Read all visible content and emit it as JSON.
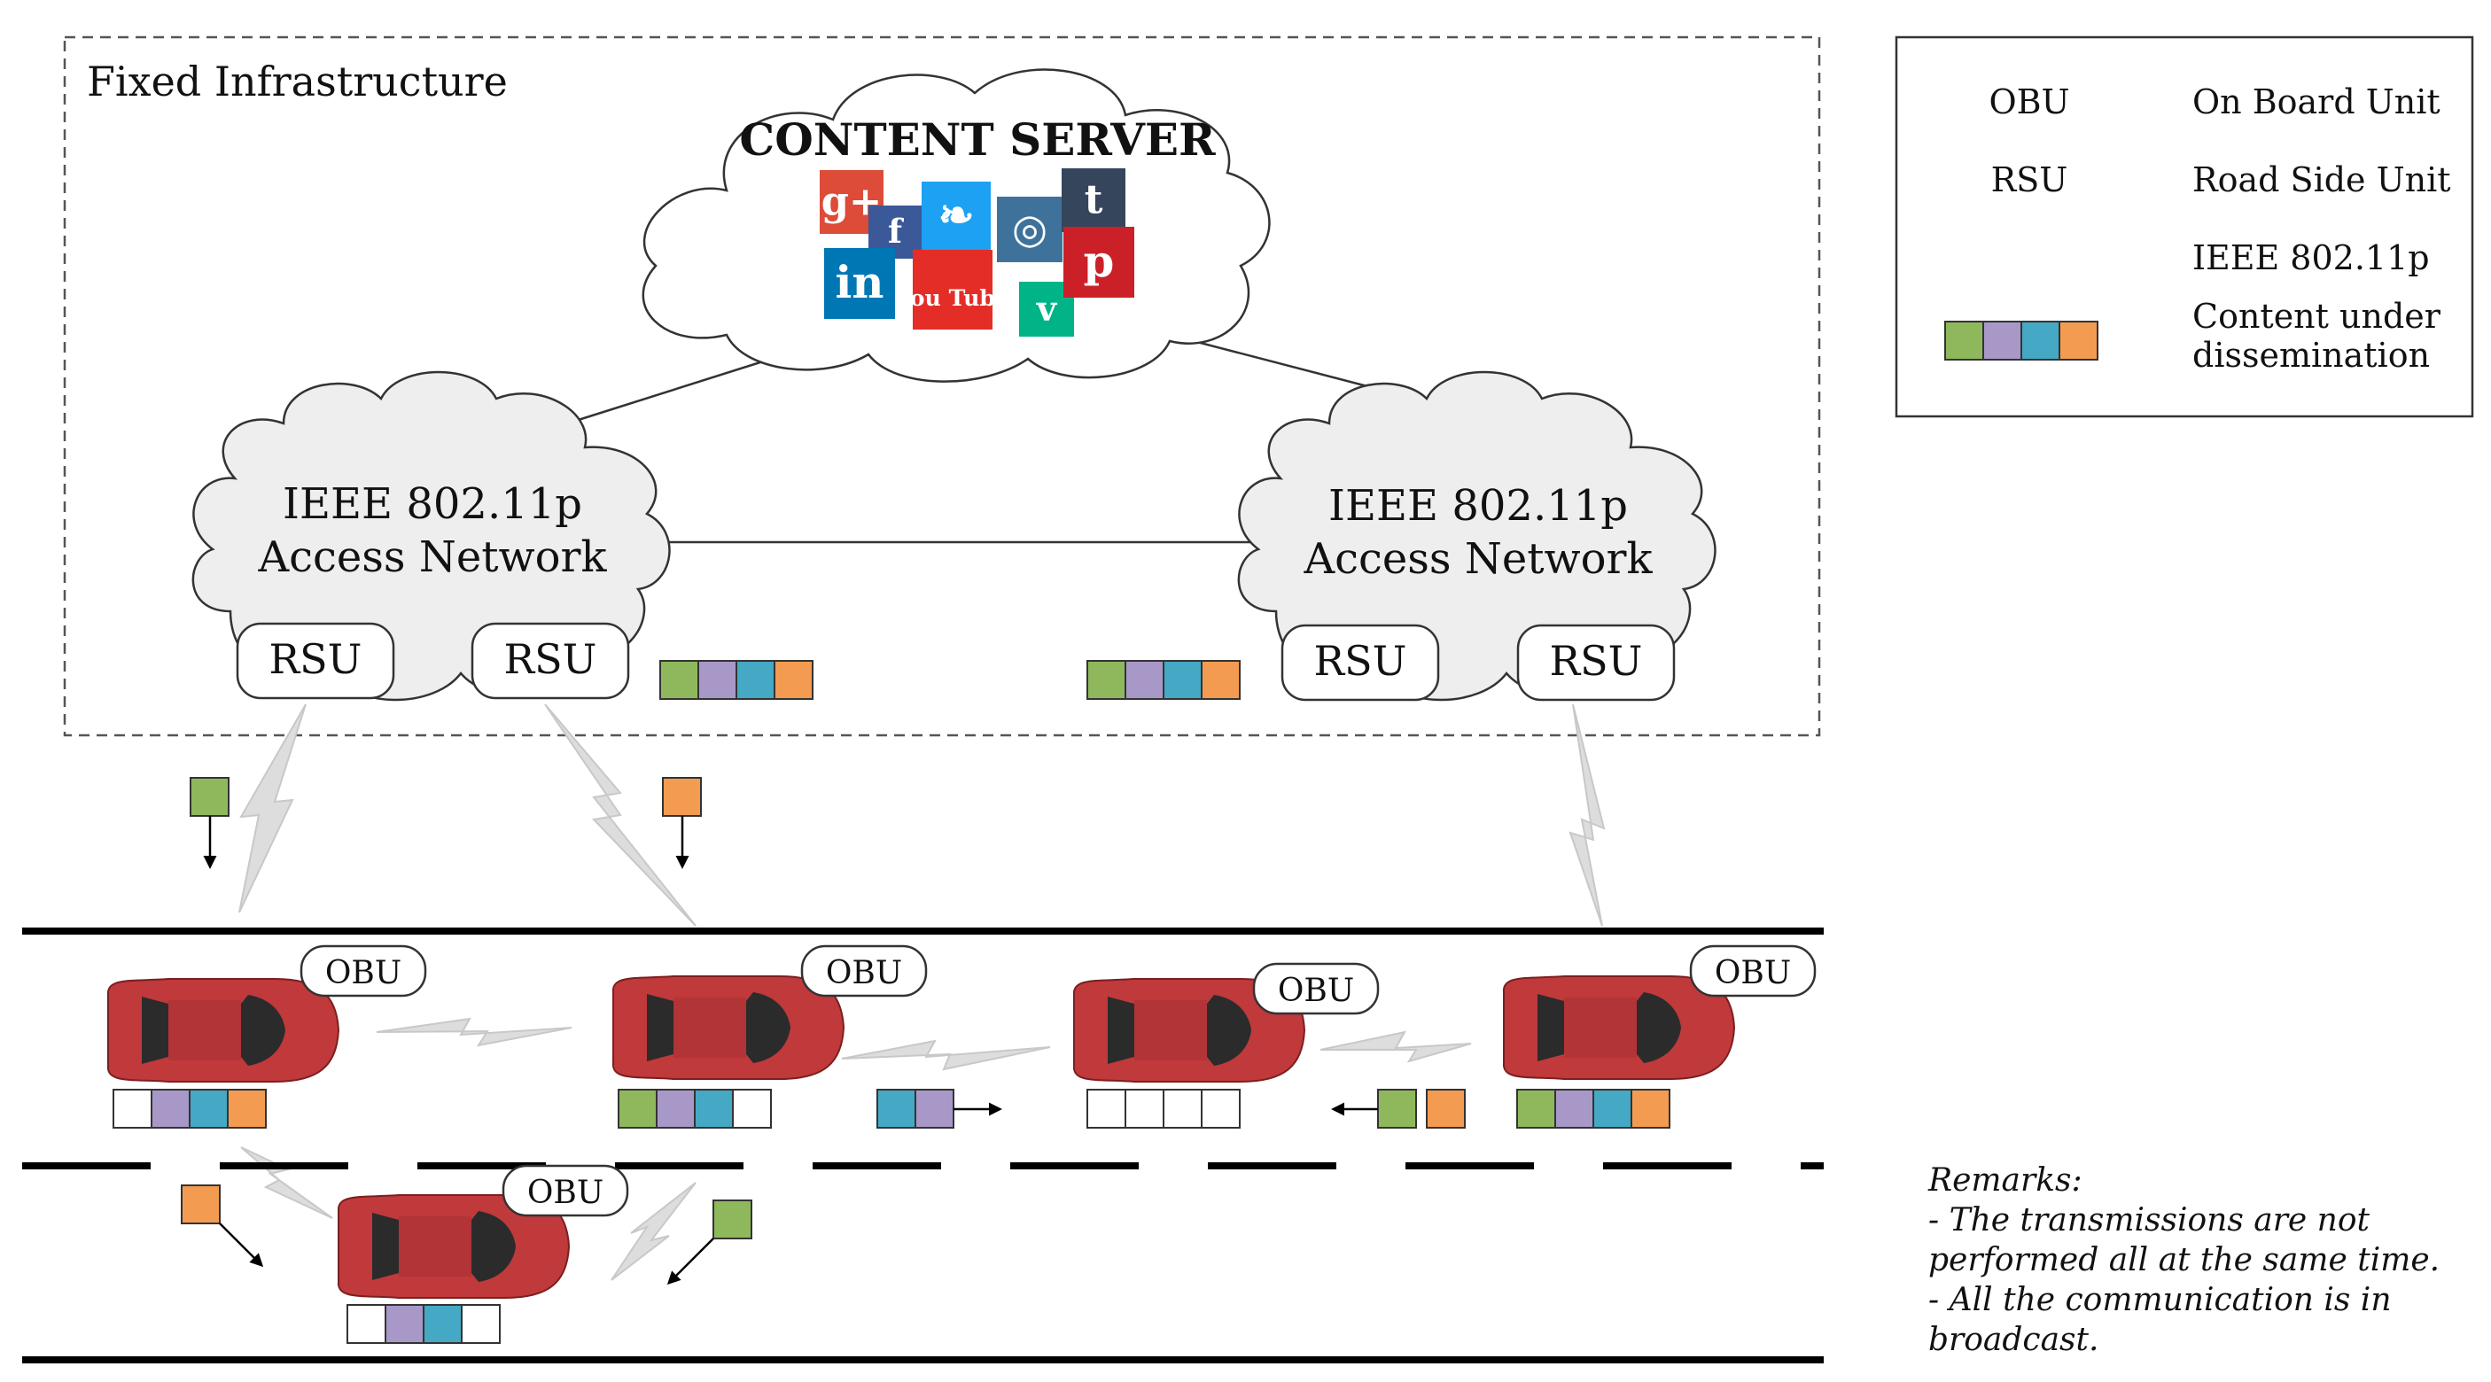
{
  "infrastructure_label": "Fixed Infrastructure",
  "content_server": {
    "title": "CONTENT SERVER",
    "icons": [
      {
        "name": "google-plus-icon",
        "glyph": "g+",
        "color": "#dd4b39"
      },
      {
        "name": "facebook-icon",
        "glyph": "f",
        "color": "#3b5998"
      },
      {
        "name": "twitter-icon",
        "glyph": "❧",
        "color": "#1da1f2"
      },
      {
        "name": "instagram-icon",
        "glyph": "◎",
        "color": "#3f729b"
      },
      {
        "name": "tumblr-icon",
        "glyph": "t",
        "color": "#35465c"
      },
      {
        "name": "linkedin-icon",
        "glyph": "in",
        "color": "#0077b5"
      },
      {
        "name": "youtube-icon",
        "glyph": "You Tube",
        "color": "#e52d27"
      },
      {
        "name": "vine-icon",
        "glyph": "v",
        "color": "#00b488"
      },
      {
        "name": "pinterest-icon",
        "glyph": "p",
        "color": "#cb2027"
      }
    ]
  },
  "access_network": {
    "line1": "IEEE 802.11p",
    "line2": "Access Network"
  },
  "rsu_label": "RSU",
  "obu_label": "OBU",
  "colors": {
    "green": "#8fb85c",
    "purple": "#a898c8",
    "blue": "#45a8c4",
    "orange": "#f39c51",
    "empty": "#ffffff",
    "car": "#c0393b",
    "road": "#000000"
  },
  "legend": {
    "rows": [
      {
        "key": "OBU",
        "desc": "On Board Unit"
      },
      {
        "key": "RSU",
        "desc": "Road Side Unit"
      },
      {
        "key": "",
        "desc": "IEEE 802.11p"
      },
      {
        "key": "",
        "desc_lines": [
          "Content under",
          "dissemination"
        ]
      }
    ]
  },
  "remarks": {
    "title": "Remarks:",
    "lines": [
      "- The transmissions are not",
      "performed all at the same time.",
      "- All the communication is in",
      "broadcast."
    ]
  }
}
